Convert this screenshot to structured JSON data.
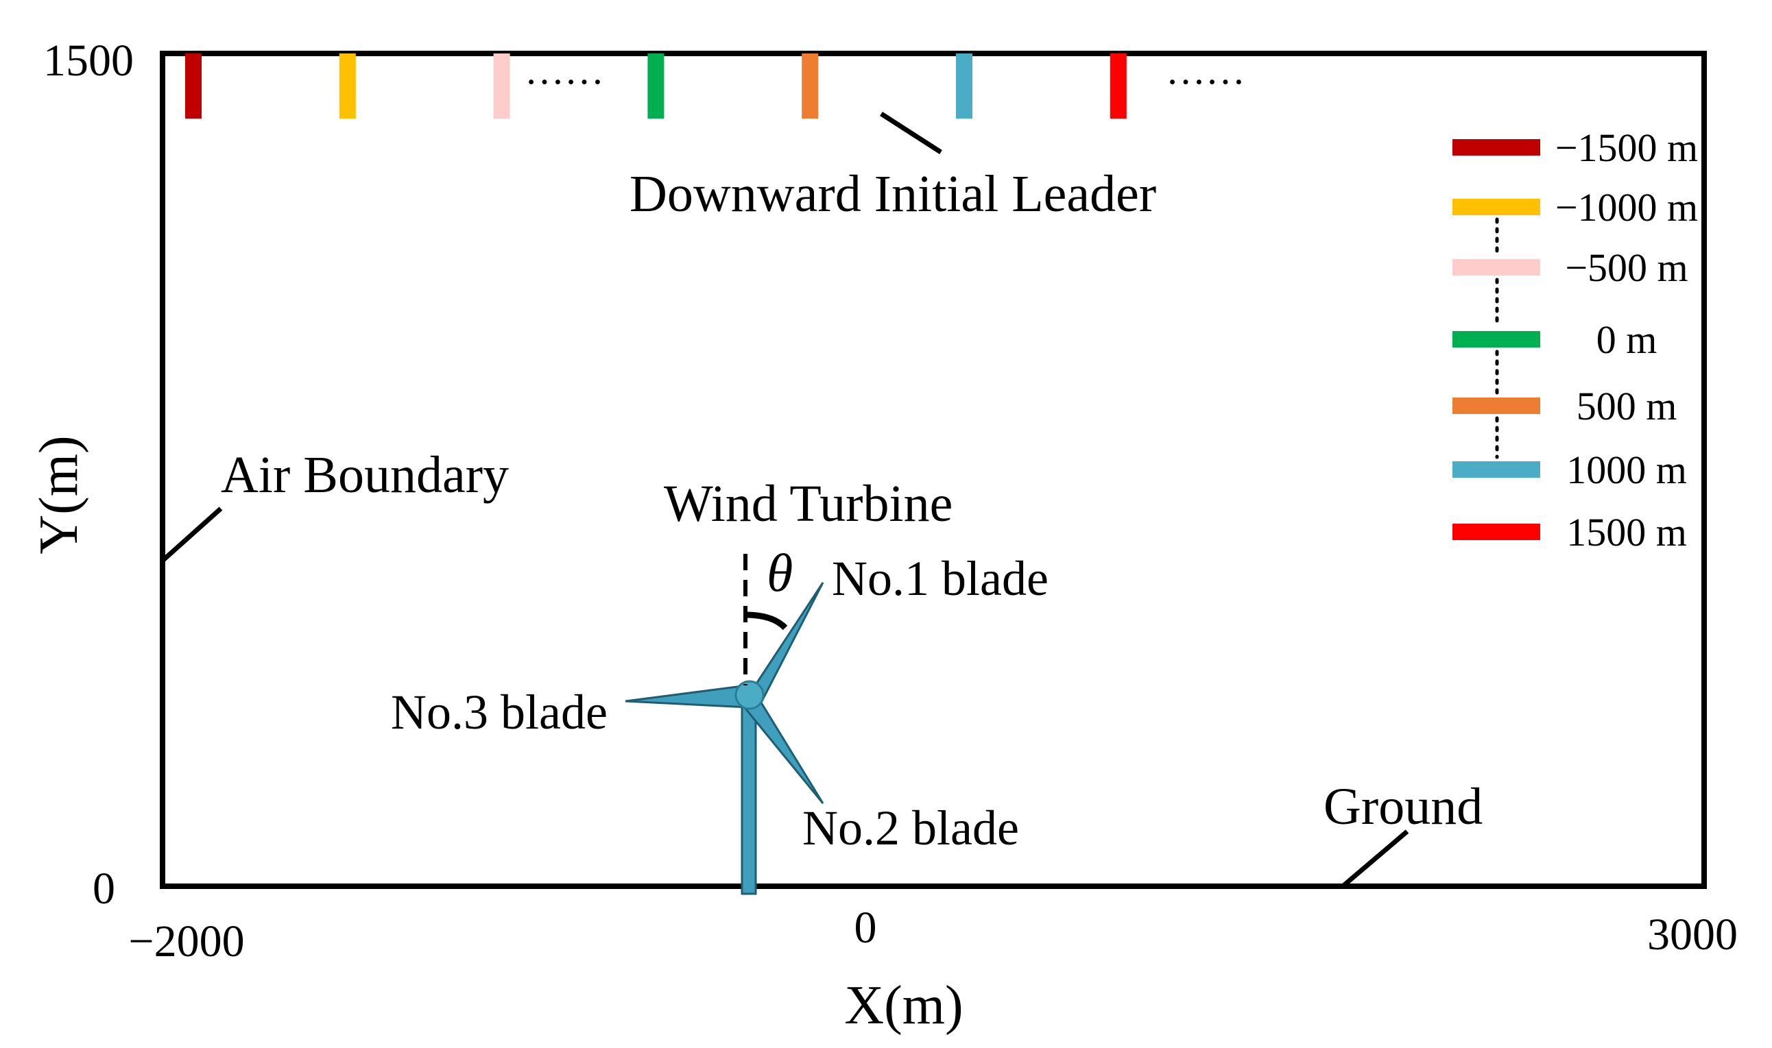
{
  "axes": {
    "x_title": "X(m)",
    "y_title": "Y(m)",
    "x_ticks": [
      "−2000",
      "0",
      "3000"
    ],
    "y_ticks": [
      "1500",
      "0"
    ],
    "xlim": [
      -2000,
      3000
    ],
    "ylim": [
      0,
      1500
    ]
  },
  "annotations": {
    "air_boundary": "Air Boundary",
    "leader": "Downward Initial Leader",
    "ground": "Ground",
    "wind_turbine": "Wind Turbine",
    "theta": "θ",
    "blade1": "No.1 blade",
    "blade2": "No.2 blade",
    "blade3": "No.3 blade",
    "ellipsis": "……"
  },
  "turbine": {
    "tower_x": -400,
    "color": "#3f9fbd"
  },
  "leaders": [
    {
      "offset": -1500,
      "color": "#c00000",
      "label": "−1500 m"
    },
    {
      "offset": -1000,
      "color": "#ffc000",
      "label": "−1000 m"
    },
    {
      "offset": -500,
      "color": "#ffcccc",
      "label": "−500 m"
    },
    {
      "offset": 0,
      "color": "#00b050",
      "label": "0 m"
    },
    {
      "offset": 500,
      "color": "#ed7d31",
      "label": "500 m"
    },
    {
      "offset": 1000,
      "color": "#4bacc6",
      "label": "1000 m"
    },
    {
      "offset": 1500,
      "color": "#ff0000",
      "label": "1500 m"
    }
  ]
}
